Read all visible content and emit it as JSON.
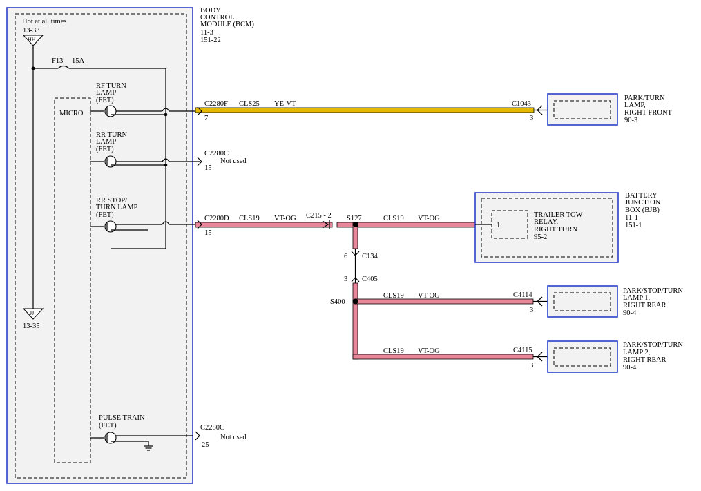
{
  "bcm": {
    "title_1": "BODY",
    "title_2": "CONTROL",
    "title_3": "MODULE (BCM)",
    "ref_1": "11-3",
    "ref_2": "151-22",
    "hot_label": "Hot at all times",
    "hot_ref": "13-33",
    "hh_label": "HH",
    "jj_label": "JJ",
    "jj_ref": "13-35",
    "fuse_label": "F13",
    "fuse_rating": "15A",
    "micro_label": "MICRO",
    "rf_fet": [
      "RF TURN",
      "LAMP",
      "(FET)"
    ],
    "rr_fet": [
      "RR TURN",
      "LAMP",
      "(FET)"
    ],
    "stop_fet": [
      "RR STOP/",
      "TURN LAMP",
      "(FET)"
    ],
    "pulse_fet": [
      "PULSE TRAIN",
      "(FET)"
    ]
  },
  "circuits": {
    "c2280f": "C2280F",
    "c2280f_pin": "7",
    "cls25": "CLS25",
    "ye_vt": "YE-VT",
    "c1043": "C1043",
    "c1043_pin": "3",
    "c2280c_1": "C2280C",
    "c2280c_1_pin": "15",
    "not_used_1": "Not used",
    "c2280d": "C2280D",
    "c2280d_pin": "15",
    "cls19_a": "CLS19",
    "vt_og_a": "VT-OG",
    "c215": "C215 - 2",
    "s127": "S127",
    "cls19_b": "CLS19",
    "vt_og_b": "VT-OG",
    "c134": "C134",
    "c134_pin": "6",
    "c405": "C405",
    "c405_pin": "3",
    "s400": "S400",
    "cls19_c": "CLS19",
    "vt_og_c": "VT-OG",
    "c4114": "C4114",
    "c4114_pin": "3",
    "cls19_d": "CLS19",
    "vt_og_d": "VT-OG",
    "c4115": "C4115",
    "c4115_pin": "3",
    "c2280c_2": "C2280C",
    "c2280c_2_pin": "25",
    "not_used_2": "Not used"
  },
  "components": {
    "park_rf": [
      "PARK/TURN",
      "LAMP,",
      "RIGHT FRONT",
      "90-3"
    ],
    "bjb": [
      "BATTERY",
      "JUNCTION",
      "BOX (BJB)",
      "11-1",
      "151-1"
    ],
    "relay": [
      "TRAILER TOW",
      "RELAY,",
      "RIGHT TURN",
      "95-2"
    ],
    "relay_pin": "1",
    "lamp1": [
      "PARK/STOP/TURN",
      "LAMP 1,",
      "RIGHT REAR",
      "90-4"
    ],
    "lamp2": [
      "PARK/STOP/TURN",
      "LAMP 2,",
      "RIGHT REAR",
      "90-4"
    ]
  },
  "colors": {
    "module_border": "#2a3fc9",
    "wire_ye_vt": "#e6b800",
    "wire_vt_og": "#e8879a",
    "background": "#f2f2f2"
  }
}
